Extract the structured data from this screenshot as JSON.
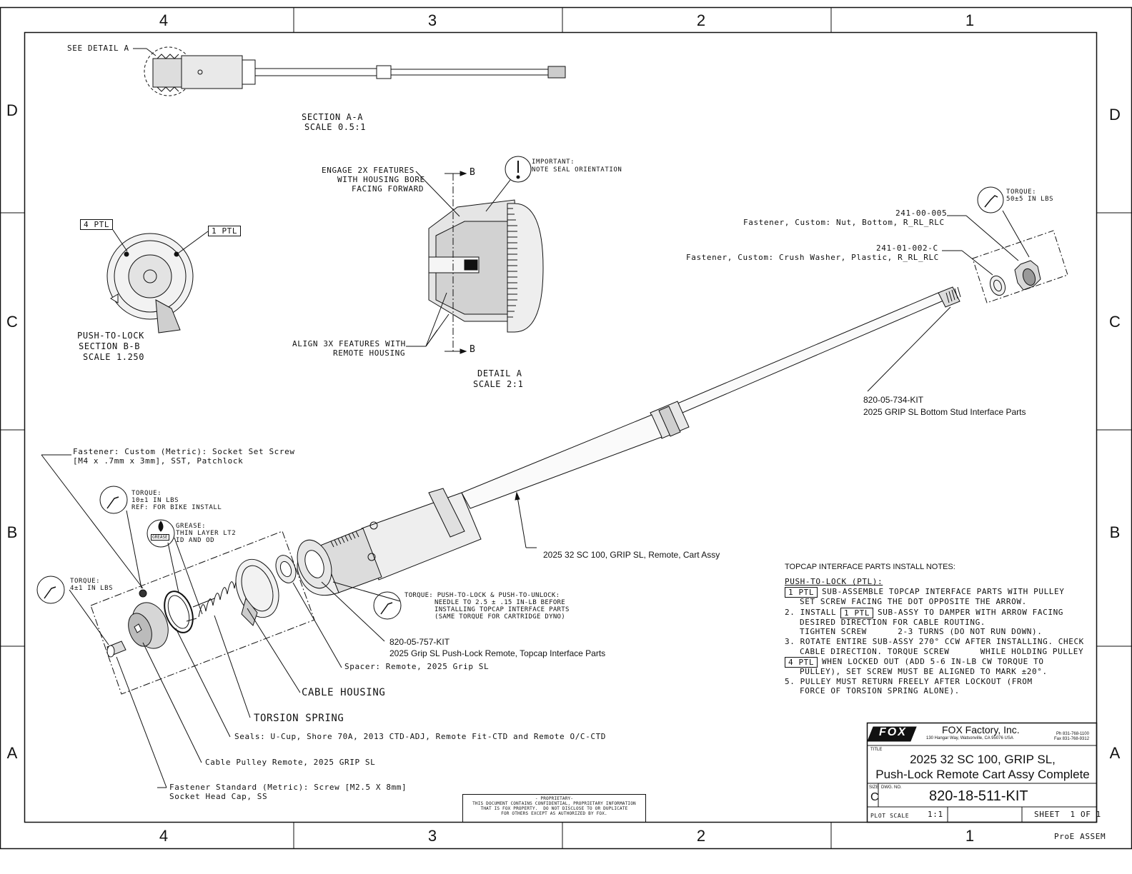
{
  "zones": {
    "columns": [
      "4",
      "3",
      "2",
      "1"
    ],
    "rows": [
      "D",
      "C",
      "B",
      "A"
    ]
  },
  "views": {
    "section_aa": {
      "name": "SECTION A-A",
      "scale": "SCALE 0.5:1",
      "see_detail": "SEE DETAIL A"
    },
    "section_bb": {
      "line1": "PUSH-TO-LOCK",
      "line2": "SECTION B-B",
      "scale": "SCALE 1.250",
      "callout_left": "4 PTL",
      "callout_right": "1 PTL"
    },
    "detail_a": {
      "name": "DETAIL A",
      "scale": "SCALE 2:1",
      "cut_label": "B",
      "engage_line1": "ENGAGE 2X FEATURES",
      "engage_line2": "WITH HOUSING BORE",
      "engage_line3": "FACING FORWARD",
      "align_line1": "ALIGN 3X FEATURES WITH",
      "align_line2": "REMOTE HOUSING",
      "important_line1": "IMPORTANT:",
      "important_line2": "NOTE SEAL ORIENTATION"
    }
  },
  "callouts": {
    "nut_pn": "241-00-005",
    "nut_desc": "Fastener, Custom: Nut, Bottom, R_RL_RLC",
    "washer_pn": "241-01-002-C",
    "washer_desc": "Fastener, Custom: Crush Washer, Plastic, R_RL_RLC",
    "torque_top_line1": "TORQUE:",
    "torque_top_line2": "50±5 IN LBS",
    "stud_pn": "820-05-734-KIT",
    "stud_desc": "2025 GRIP SL Bottom Stud Interface Parts",
    "cart_desc": "2025 32 SC 100, GRIP SL, Remote, Cart Assy",
    "set_screw_line1": "Fastener: Custom (Metric): Socket Set Screw",
    "set_screw_line2": "[M4 x .7mm x 3mm], SST, Patchlock",
    "torque_set_line1": "TORQUE:",
    "torque_set_line2": "10±1 IN LBS",
    "torque_set_line3": "REF: FOR BIKE INSTALL",
    "grease_line1": "GREASE:",
    "grease_line2": "THIN LAYER LT2",
    "grease_line3": "ID AND OD",
    "grease_icon": "GREASE",
    "torque_small_line1": "TORQUE:",
    "torque_small_line2": "4±1 IN LBS",
    "torque_ptl_line1": "TORQUE: PUSH-TO-LOCK & PUSH-TO-UNLOCK:",
    "torque_ptl_line2": "NEEDLE TO 2.5 ± .15 IN-LB BEFORE",
    "torque_ptl_line3": "INSTALLING TOPCAP INTERFACE PARTS",
    "torque_ptl_line4": "(SAME TORQUE FOR CARTRIDGE DYNO)",
    "topcap_pn": "820-05-757-KIT",
    "topcap_desc": "2025 Grip SL Push-Lock Remote, Topcap Interface Parts",
    "spacer": "Spacer: Remote, 2025 Grip SL",
    "cable_housing": "CABLE HOUSING",
    "torsion_spring": "TORSION SPRING",
    "seals": "Seals: U-Cup, Shore 70A, 2013 CTD-ADJ, Remote Fit-CTD and Remote O/C-CTD",
    "pulley": "Cable Pulley Remote, 2025 GRIP SL",
    "screw_line1": "Fastener Standard (Metric): Screw [M2.5 X 8mm]",
    "screw_line2": "Socket Head Cap, SS"
  },
  "notes": {
    "heading": "TOPCAP INTERFACE PARTS INSTALL NOTES:",
    "subheading": "PUSH-TO-LOCK (PTL):",
    "tag1": "1 PTL",
    "n1_a": "SUB-ASSEMBLE TOPCAP INTERFACE PARTS WITH PULLEY",
    "n1_b": "SET SCREW FACING THE DOT OPPOSITE THE ARROW.",
    "n2_a": "2. INSTALL",
    "n2_a2": "SUB-ASSY TO DAMPER WITH ARROW FACING",
    "n2_b": "DESIRED DIRECTION FOR CABLE ROUTING.",
    "n2_c": "TIGHTEN SCREW      2-3 TURNS (DO NOT RUN DOWN).",
    "n3_a": "3. ROTATE ENTIRE SUB-ASSY 270° CCW AFTER INSTALLING. CHECK",
    "n3_b": "CABLE DIRECTION. TORQUE SCREW      WHILE HOLDING PULLEY",
    "tag4": "4 PTL",
    "n4_a": "WHEN LOCKED OUT (ADD 5-6 IN-LB CW TORQUE TO",
    "n4_b": "PULLEY), SET SCREW MUST BE ALIGNED TO MARK ±20°.",
    "n5_a": "5. PULLEY MUST RETURN FREELY AFTER LOCKOUT (FROM",
    "n5_b": "FORCE OF TORSION SPRING ALONE)."
  },
  "title_block": {
    "logo": "FOX",
    "company": "FOX Factory, Inc.",
    "address": "130 Hangar Way, Watsonville, CA 95076 USA",
    "phone": "Ph 831-768-1100",
    "fax": "Fax 831-768-9312",
    "title_label": "TITLE",
    "title_line1": "2025 32 SC 100, GRIP SL,",
    "title_line2": "Push-Lock Remote Cart Assy Complete",
    "size_label": "SIZE",
    "size": "C",
    "dwg_label": "DWG. NO.",
    "dwg_no": "820-18-511-KIT",
    "plot_scale_label": "PLOT SCALE",
    "plot_scale": "1:1",
    "sheet": "SHEET  1 OF 1"
  },
  "proprietary": {
    "line1": "- PROPRIETARY-",
    "line2": "THIS DOCUMENT CONTAINS CONFIDENTIAL, PROPRIETARY INFORMATION",
    "line3": "THAT IS FOX PROPERTY.  DO NOT DISCLOSE TO OR DUPLICATE",
    "line4": "FOR OTHERS EXCEPT AS AUTHORIZED BY FOX."
  },
  "footer": {
    "cad": "ProE ASSEM"
  }
}
